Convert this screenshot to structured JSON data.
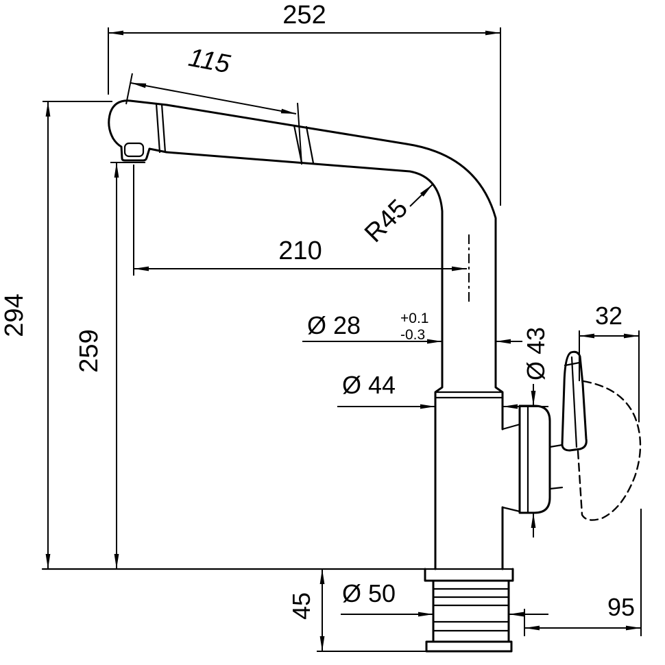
{
  "drawing": {
    "background_color": "#ffffff",
    "line_color": "#000000",
    "dims": {
      "overall_projection": "252",
      "spray_head_length": "115",
      "spout_reach": "210",
      "bend_radius": "R45",
      "overall_height": "294",
      "outlet_height": "259",
      "column_diameter": "Ø 28",
      "column_tol_plus": "+0.1",
      "column_tol_minus": "-0.3",
      "body_diameter": "Ø 44",
      "valve_cap_diameter": "Ø 43",
      "handle_width": "32",
      "shank_diameter": "Ø 50",
      "shank_length": "45",
      "handle_projection": "95"
    }
  }
}
